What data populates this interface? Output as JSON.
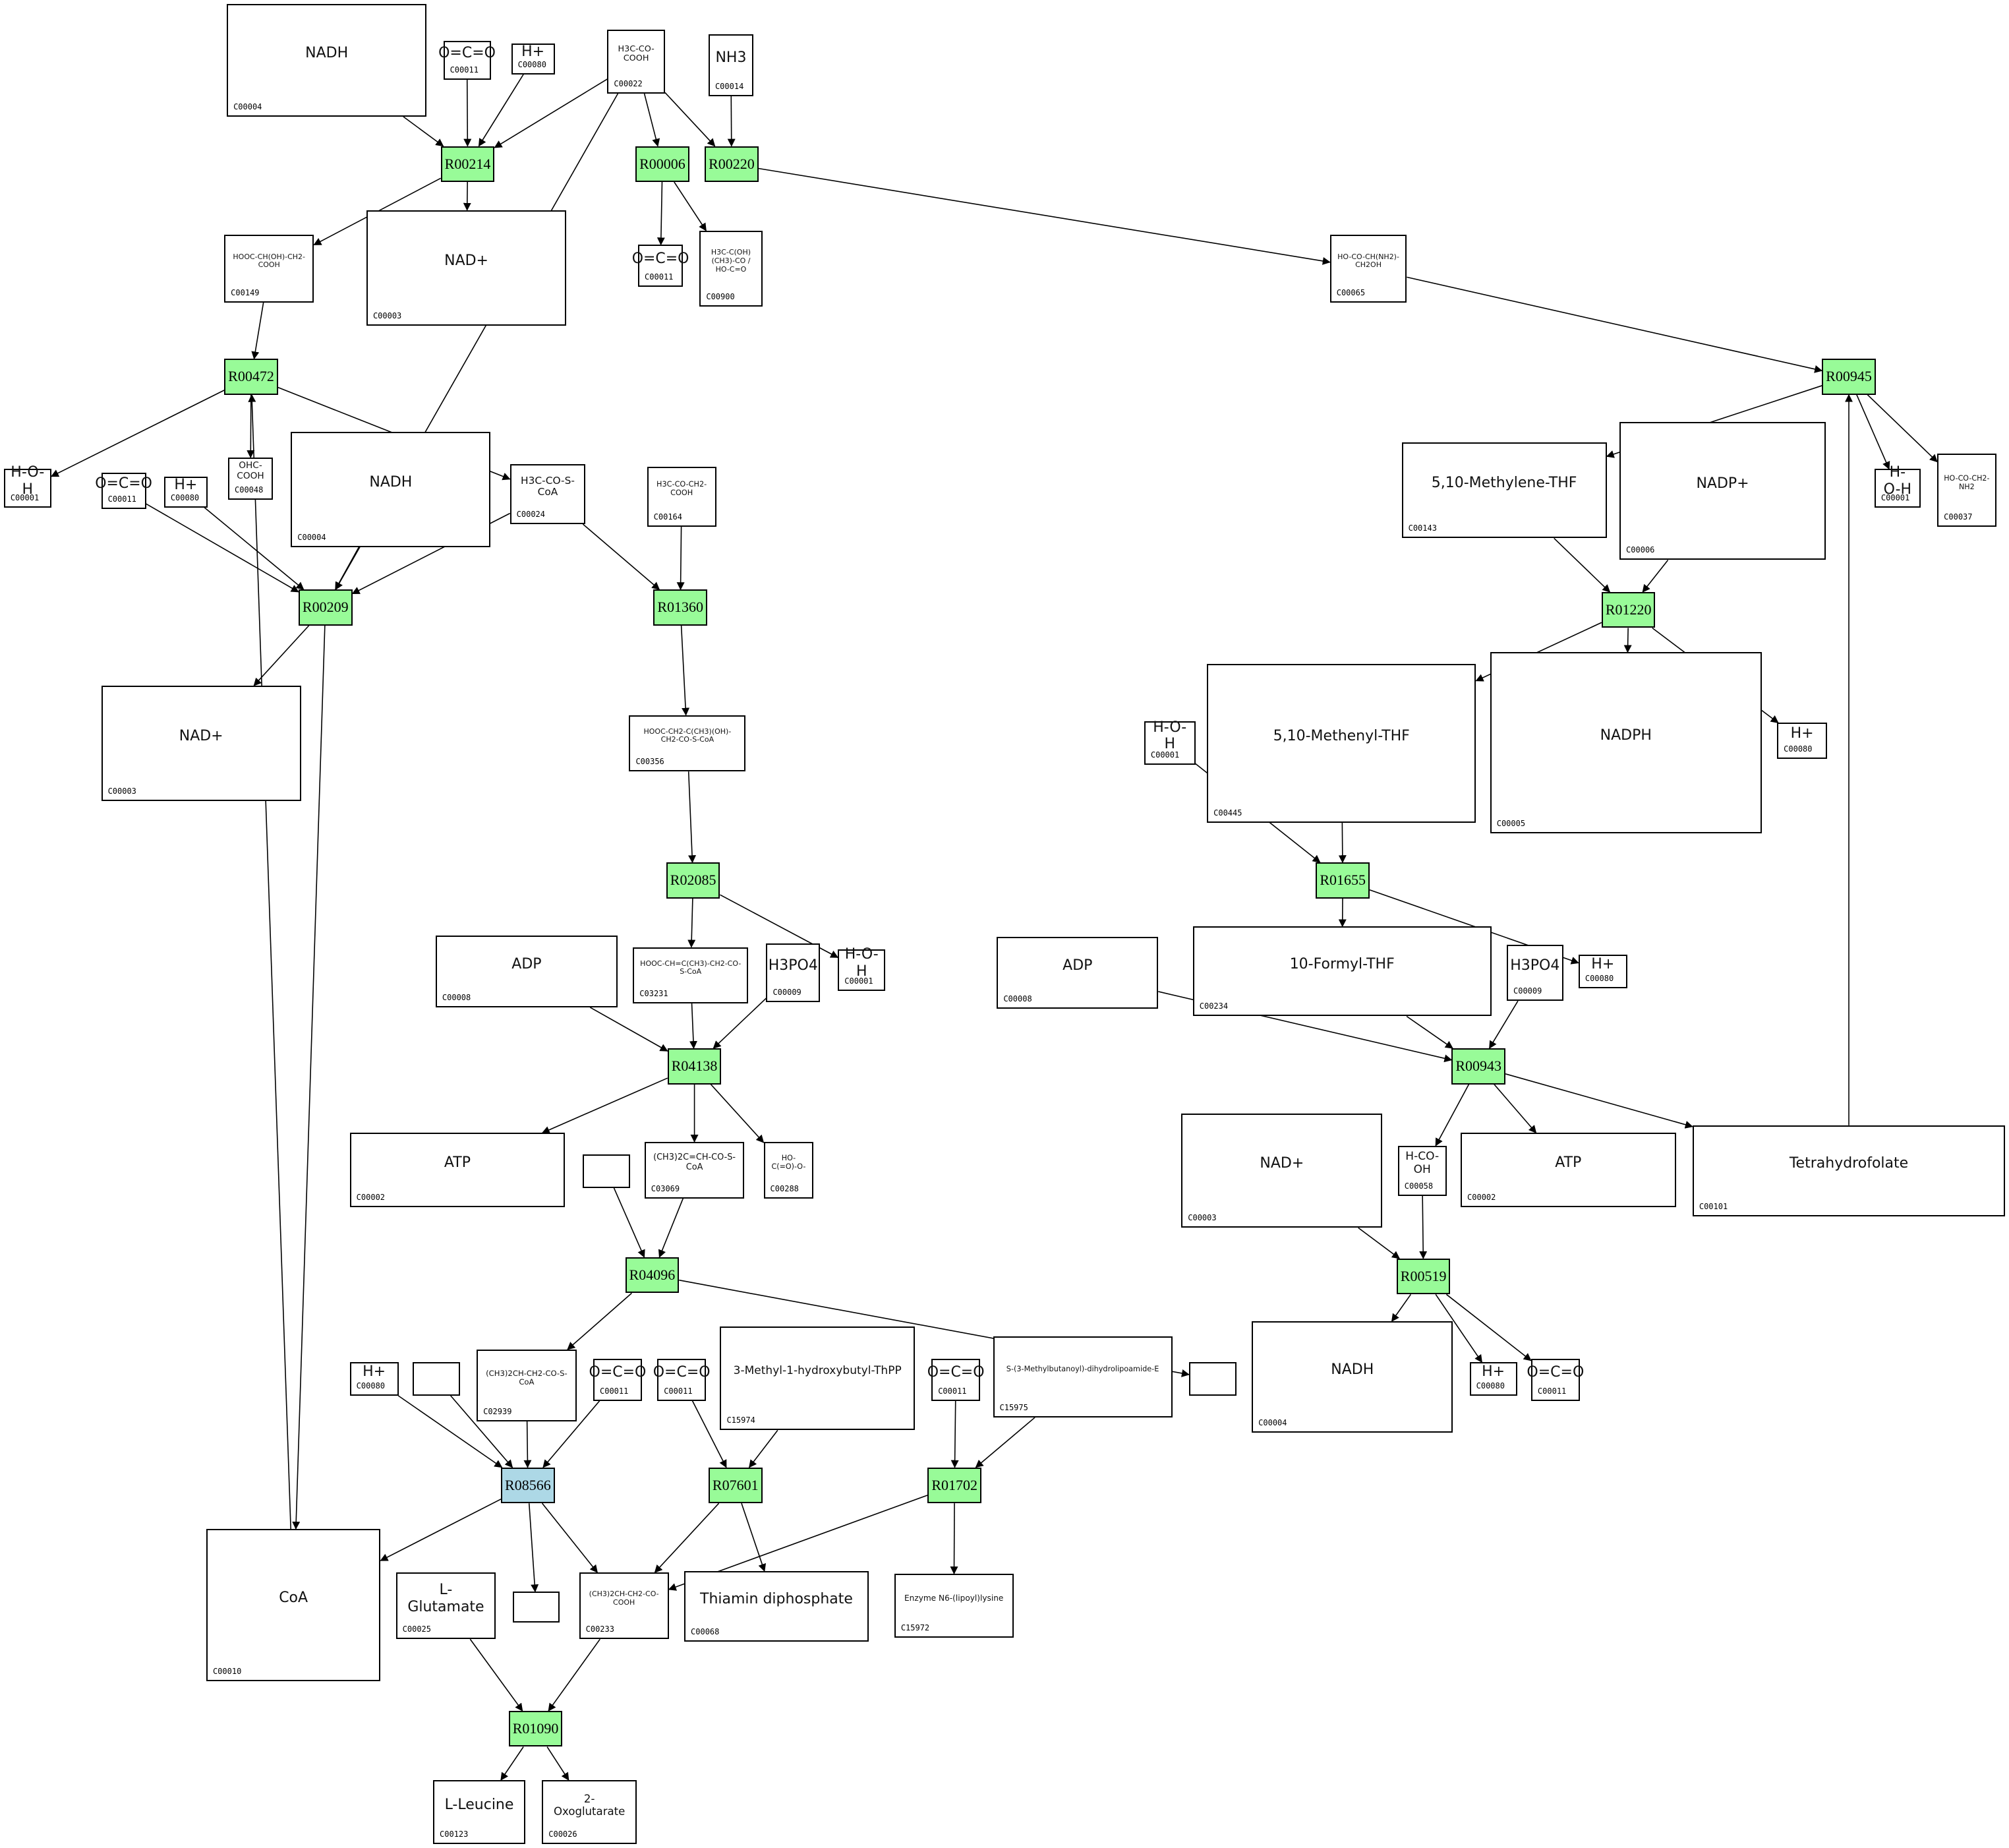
{
  "diagram": {
    "type": "metabolic-pathway-graph",
    "colors": {
      "reaction_default": "#98fb98",
      "reaction_highlight": "#add8e6",
      "edge": "#000000"
    },
    "reactions": [
      {
        "id": "R00214",
        "label": "R00214",
        "color": "green"
      },
      {
        "id": "R00006",
        "label": "R00006",
        "color": "green"
      },
      {
        "id": "R00220",
        "label": "R00220",
        "color": "green"
      },
      {
        "id": "R00472",
        "label": "R00472",
        "color": "green"
      },
      {
        "id": "R00209",
        "label": "R00209",
        "color": "green"
      },
      {
        "id": "R01360",
        "label": "R01360",
        "color": "green"
      },
      {
        "id": "R02085",
        "label": "R02085",
        "color": "green"
      },
      {
        "id": "R04138",
        "label": "R04138",
        "color": "green"
      },
      {
        "id": "R04096",
        "label": "R04096",
        "color": "green"
      },
      {
        "id": "R08566",
        "label": "R08566",
        "color": "blue"
      },
      {
        "id": "R07601",
        "label": "R07601",
        "color": "green"
      },
      {
        "id": "R01702",
        "label": "R01702",
        "color": "green"
      },
      {
        "id": "R01090",
        "label": "R01090",
        "color": "green"
      },
      {
        "id": "R00945",
        "label": "R00945",
        "color": "green"
      },
      {
        "id": "R01220",
        "label": "R01220",
        "color": "green"
      },
      {
        "id": "R01655",
        "label": "R01655",
        "color": "green"
      },
      {
        "id": "R00943",
        "label": "R00943",
        "color": "green"
      },
      {
        "id": "R00519",
        "label": "R00519",
        "color": "green"
      }
    ],
    "compounds": [
      {
        "key": "n1",
        "id": "C00004",
        "formula": "NADH"
      },
      {
        "key": "n2",
        "id": "C00011",
        "formula": "O=C=O"
      },
      {
        "key": "n3",
        "id": "C00080",
        "formula": "H+"
      },
      {
        "key": "n4",
        "id": "C00022",
        "formula": "H3C-CO-COOH"
      },
      {
        "key": "n5",
        "id": "C00014",
        "formula": "NH3"
      },
      {
        "key": "n6",
        "id": "C00149",
        "formula": "HOOC-CH(OH)-CH2-COOH"
      },
      {
        "key": "n7",
        "id": "C00003",
        "formula": "NAD+"
      },
      {
        "key": "n8",
        "id": "C00011",
        "formula": "O=C=O"
      },
      {
        "key": "n9",
        "id": "C00900",
        "formula": "H3C-C(OH)(CH3)-CO / HO-C=O"
      },
      {
        "key": "n10",
        "id": "C00065",
        "formula": "HO-CO-CH(NH2)-CH2OH"
      },
      {
        "key": "n11",
        "id": "C00001",
        "formula": "H-O-H"
      },
      {
        "key": "n12",
        "id": "C00011",
        "formula": "O=C=O"
      },
      {
        "key": "n13",
        "id": "C00080",
        "formula": "H+"
      },
      {
        "key": "n14",
        "id": "C00048",
        "formula": "OHC-COOH"
      },
      {
        "key": "n15",
        "id": "C00004",
        "formula": "NADH"
      },
      {
        "key": "n16",
        "id": "C00024",
        "formula": "H3C-CO-S-CoA"
      },
      {
        "key": "n17",
        "id": "C00164",
        "formula": "H3C-CO-CH2-COOH"
      },
      {
        "key": "n18",
        "id": "C00003",
        "formula": "NAD+"
      },
      {
        "key": "n19",
        "id": "C00356",
        "formula": "HOOC-CH2-C(CH3)(OH)-CH2-CO-S-CoA"
      },
      {
        "key": "n20",
        "id": "C00143",
        "formula": "5,10-Methylene-THF"
      },
      {
        "key": "n21",
        "id": "C00006",
        "formula": "NADP+"
      },
      {
        "key": "n22",
        "id": "C00001",
        "formula": "H-O-H"
      },
      {
        "key": "n23",
        "id": "C00037",
        "formula": "HO-CO-CH2-NH2"
      },
      {
        "key": "n24",
        "id": "C00445",
        "formula": "5,10-Methenyl-THF"
      },
      {
        "key": "n25",
        "id": "C00005",
        "formula": "NADPH"
      },
      {
        "key": "n26",
        "id": "C00080",
        "formula": "H+"
      },
      {
        "key": "n27",
        "id": "C00001",
        "formula": "H-O-H"
      },
      {
        "key": "n28",
        "id": "C03231",
        "formula": "HOOC-CH=C(CH3)-CH2-CO-S-CoA"
      },
      {
        "key": "n29",
        "id": "C00008",
        "formula": "ADP"
      },
      {
        "key": "n30",
        "id": "C00009",
        "formula": "H3PO4"
      },
      {
        "key": "n31",
        "id": "C00001",
        "formula": "H-O-H"
      },
      {
        "key": "n32",
        "id": "C00008",
        "formula": "ADP"
      },
      {
        "key": "n33",
        "id": "C00234",
        "formula": "10-Formyl-THF"
      },
      {
        "key": "n34",
        "id": "C00009",
        "formula": "H3PO4"
      },
      {
        "key": "n35",
        "id": "C00080",
        "formula": "H+"
      },
      {
        "key": "n36",
        "id": "C00002",
        "formula": "ATP"
      },
      {
        "key": "n37",
        "id": "",
        "formula": ""
      },
      {
        "key": "n38",
        "id": "C03069",
        "formula": "(CH3)2C=CH-CO-S-CoA"
      },
      {
        "key": "n39",
        "id": "C00288",
        "formula": "HO-C(=O)-O-"
      },
      {
        "key": "n40",
        "id": "C00003",
        "formula": "NAD+"
      },
      {
        "key": "n41",
        "id": "C00058",
        "formula": "H-CO-OH"
      },
      {
        "key": "n42",
        "id": "C00002",
        "formula": "ATP"
      },
      {
        "key": "n43",
        "id": "C00101",
        "formula": "Tetrahydrofolate"
      },
      {
        "key": "n44",
        "id": "C00080",
        "formula": "H+"
      },
      {
        "key": "n45",
        "id": "",
        "formula": ""
      },
      {
        "key": "n46",
        "id": "C02939",
        "formula": "(CH3)2CH-CH2-CO-S-CoA"
      },
      {
        "key": "n47",
        "id": "C00011",
        "formula": "O=C=O"
      },
      {
        "key": "n48",
        "id": "C00011",
        "formula": "O=C=O"
      },
      {
        "key": "n49",
        "id": "C15974",
        "formula": "3-Methyl-1-hydroxybutyl-ThPP"
      },
      {
        "key": "n50",
        "id": "C00011",
        "formula": "O=C=O"
      },
      {
        "key": "n51",
        "id": "C15975",
        "formula": "S-(3-Methylbutanoyl)-dihydrolipoamide-E"
      },
      {
        "key": "n52",
        "id": "",
        "formula": ""
      },
      {
        "key": "n53",
        "id": "C00004",
        "formula": "NADH"
      },
      {
        "key": "n54",
        "id": "C00080",
        "formula": "H+"
      },
      {
        "key": "n55",
        "id": "C00011",
        "formula": "O=C=O"
      },
      {
        "key": "n56",
        "id": "C00010",
        "formula": "CoA"
      },
      {
        "key": "n57",
        "id": "C00025",
        "formula": "L-Glutamate"
      },
      {
        "key": "n58",
        "id": "",
        "formula": ""
      },
      {
        "key": "n59",
        "id": "C00233",
        "formula": "(CH3)2CH-CH2-CO-COOH"
      },
      {
        "key": "n60",
        "id": "C00068",
        "formula": "Thiamin diphosphate"
      },
      {
        "key": "n61",
        "id": "C15972",
        "formula": "Enzyme N6-(lipoyl)lysine"
      },
      {
        "key": "n62",
        "id": "C00123",
        "formula": "L-Leucine"
      },
      {
        "key": "n63",
        "id": "C00026",
        "formula": "2-Oxoglutarate"
      }
    ],
    "edges": [
      [
        "n1",
        "R00214"
      ],
      [
        "n2",
        "R00214"
      ],
      [
        "n3",
        "R00214"
      ],
      [
        "n4",
        "R00214"
      ],
      [
        "R00214",
        "n6"
      ],
      [
        "R00214",
        "n7"
      ],
      [
        "n4",
        "R00006"
      ],
      [
        "R00006",
        "n8"
      ],
      [
        "R00006",
        "n9"
      ],
      [
        "n4",
        "R00220"
      ],
      [
        "n5",
        "R00220"
      ],
      [
        "R00220",
        "n10"
      ],
      [
        "n6",
        "R00472"
      ],
      [
        "R00472",
        "n11"
      ],
      [
        "R00472",
        "n14"
      ],
      [
        "R00472",
        "n16"
      ],
      [
        "n56",
        "R00472"
      ],
      [
        "n12",
        "R00209"
      ],
      [
        "n13",
        "R00209"
      ],
      [
        "n15",
        "R00209"
      ],
      [
        "n16",
        "R00209"
      ],
      [
        "n4",
        "R00209"
      ],
      [
        "R00209",
        "n18"
      ],
      [
        "R00209",
        "n56"
      ],
      [
        "n16",
        "R01360"
      ],
      [
        "n17",
        "R01360"
      ],
      [
        "R01360",
        "n19"
      ],
      [
        "n19",
        "R02085"
      ],
      [
        "R02085",
        "n28"
      ],
      [
        "R02085",
        "n31"
      ],
      [
        "n29",
        "R04138"
      ],
      [
        "n28",
        "R04138"
      ],
      [
        "n30",
        "R04138"
      ],
      [
        "R04138",
        "n36"
      ],
      [
        "R04138",
        "n38"
      ],
      [
        "R04138",
        "n39"
      ],
      [
        "n37",
        "R04096"
      ],
      [
        "n38",
        "R04096"
      ],
      [
        "R04096",
        "n46"
      ],
      [
        "R04096",
        "n52"
      ],
      [
        "n44",
        "R08566"
      ],
      [
        "n45",
        "R08566"
      ],
      [
        "n46",
        "R08566"
      ],
      [
        "n47",
        "R08566"
      ],
      [
        "R08566",
        "n56"
      ],
      [
        "R08566",
        "n58"
      ],
      [
        "R08566",
        "n59"
      ],
      [
        "n48",
        "R07601"
      ],
      [
        "n49",
        "R07601"
      ],
      [
        "R07601",
        "n59"
      ],
      [
        "R07601",
        "n60"
      ],
      [
        "n50",
        "R01702"
      ],
      [
        "n51",
        "R01702"
      ],
      [
        "R01702",
        "n59"
      ],
      [
        "R01702",
        "n61"
      ],
      [
        "n57",
        "R01090"
      ],
      [
        "n59",
        "R01090"
      ],
      [
        "R01090",
        "n62"
      ],
      [
        "R01090",
        "n63"
      ],
      [
        "n10",
        "R00945"
      ],
      [
        "n43",
        "R00945"
      ],
      [
        "R00945",
        "n20"
      ],
      [
        "R00945",
        "n22"
      ],
      [
        "R00945",
        "n23"
      ],
      [
        "n20",
        "R01220"
      ],
      [
        "n21",
        "R01220"
      ],
      [
        "R01220",
        "n24"
      ],
      [
        "R01220",
        "n25"
      ],
      [
        "R01220",
        "n26"
      ],
      [
        "n24",
        "R01655"
      ],
      [
        "n27",
        "R01655"
      ],
      [
        "R01655",
        "n33"
      ],
      [
        "R01655",
        "n35"
      ],
      [
        "n32",
        "R00943"
      ],
      [
        "n33",
        "R00943"
      ],
      [
        "n34",
        "R00943"
      ],
      [
        "R00943",
        "n41"
      ],
      [
        "R00943",
        "n42"
      ],
      [
        "R00943",
        "n43"
      ],
      [
        "n40",
        "R00519"
      ],
      [
        "n41",
        "R00519"
      ],
      [
        "R00519",
        "n53"
      ],
      [
        "R00519",
        "n54"
      ],
      [
        "R00519",
        "n55"
      ]
    ]
  }
}
